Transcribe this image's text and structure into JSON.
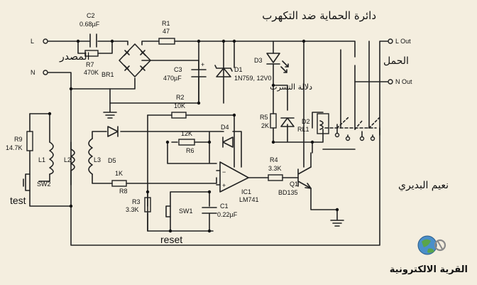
{
  "titles": {
    "main": "دائرة الحماية ضد التكهرب",
    "source": "المصدر",
    "load": "الحمل",
    "leak": "دلالة التسرب",
    "author": "نعيم البديري",
    "brand": "القرية الالكترونية"
  },
  "terminals": {
    "l_in": "L",
    "n_in": "N",
    "l_out": "L Out",
    "n_out": "N Out",
    "test": "test",
    "reset": "reset"
  },
  "components": {
    "c2_name": "C2",
    "c2_value": "0.68µF",
    "r7_name": "R7",
    "r7_value": "470K",
    "br1_name": "BR1",
    "r1_name": "R1",
    "r1_value": "47",
    "c3_name": "C3",
    "c3_value": "470µF",
    "d1_name": "D1",
    "d1_value": "1N759, 12V0",
    "r2_name": "R2",
    "r2_value": "10K",
    "d3_name": "D3",
    "r5_name": "R5",
    "r5_value": "2K",
    "d2_name": "D2",
    "rl1_name": "RL1",
    "r9_name": "R9",
    "r9_value": "14.7K",
    "l1_name": "L1",
    "l2_name": "L2",
    "l3_name": "L3",
    "sw2_name": "SW2",
    "sw1_name": "SW1",
    "d5_name": "D5",
    "d4_name": "D4",
    "r6_name": "R6",
    "r6_value": "12K",
    "r8_name": "R8",
    "r8_value": "1K",
    "r3_name": "R3",
    "r3_value": "3.3K",
    "c1_name": "C1",
    "c1_value": "0.22µF",
    "ic1_name": "IC1",
    "ic1_value": "LM741",
    "r4_name": "R4",
    "r4_value": "3.3K",
    "q1_name": "Q1",
    "q1_value": "BD135"
  },
  "colors": {
    "background": "#f4eedf",
    "wire": "#222222"
  }
}
